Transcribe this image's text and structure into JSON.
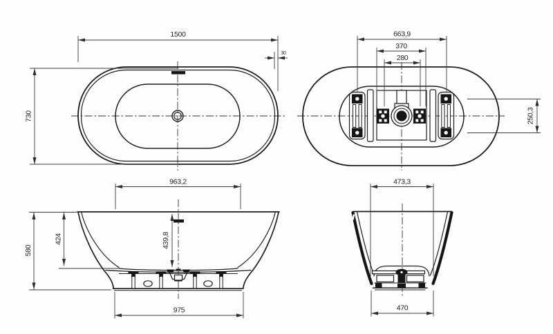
{
  "drawing": {
    "kind": "bathtub-technical-drawing",
    "colors": {
      "background": "#fdfdfd",
      "line": "#1c1c1c",
      "dimension": "#3b3b3b"
    },
    "views": {
      "top": {
        "length": "1500",
        "width": "730",
        "rim_offset": "30"
      },
      "bottom": {
        "frame_length": "663,9",
        "bracket_span": "370",
        "bolt_span": "280",
        "bolt_rows": "250,3"
      },
      "front": {
        "rim_inner_length": "963,2",
        "height": "580",
        "wall_height": "424",
        "inner_depth": "439,8",
        "base_length": "975"
      },
      "side": {
        "rim_inner_width": "473,3",
        "base_width": "470"
      }
    }
  }
}
